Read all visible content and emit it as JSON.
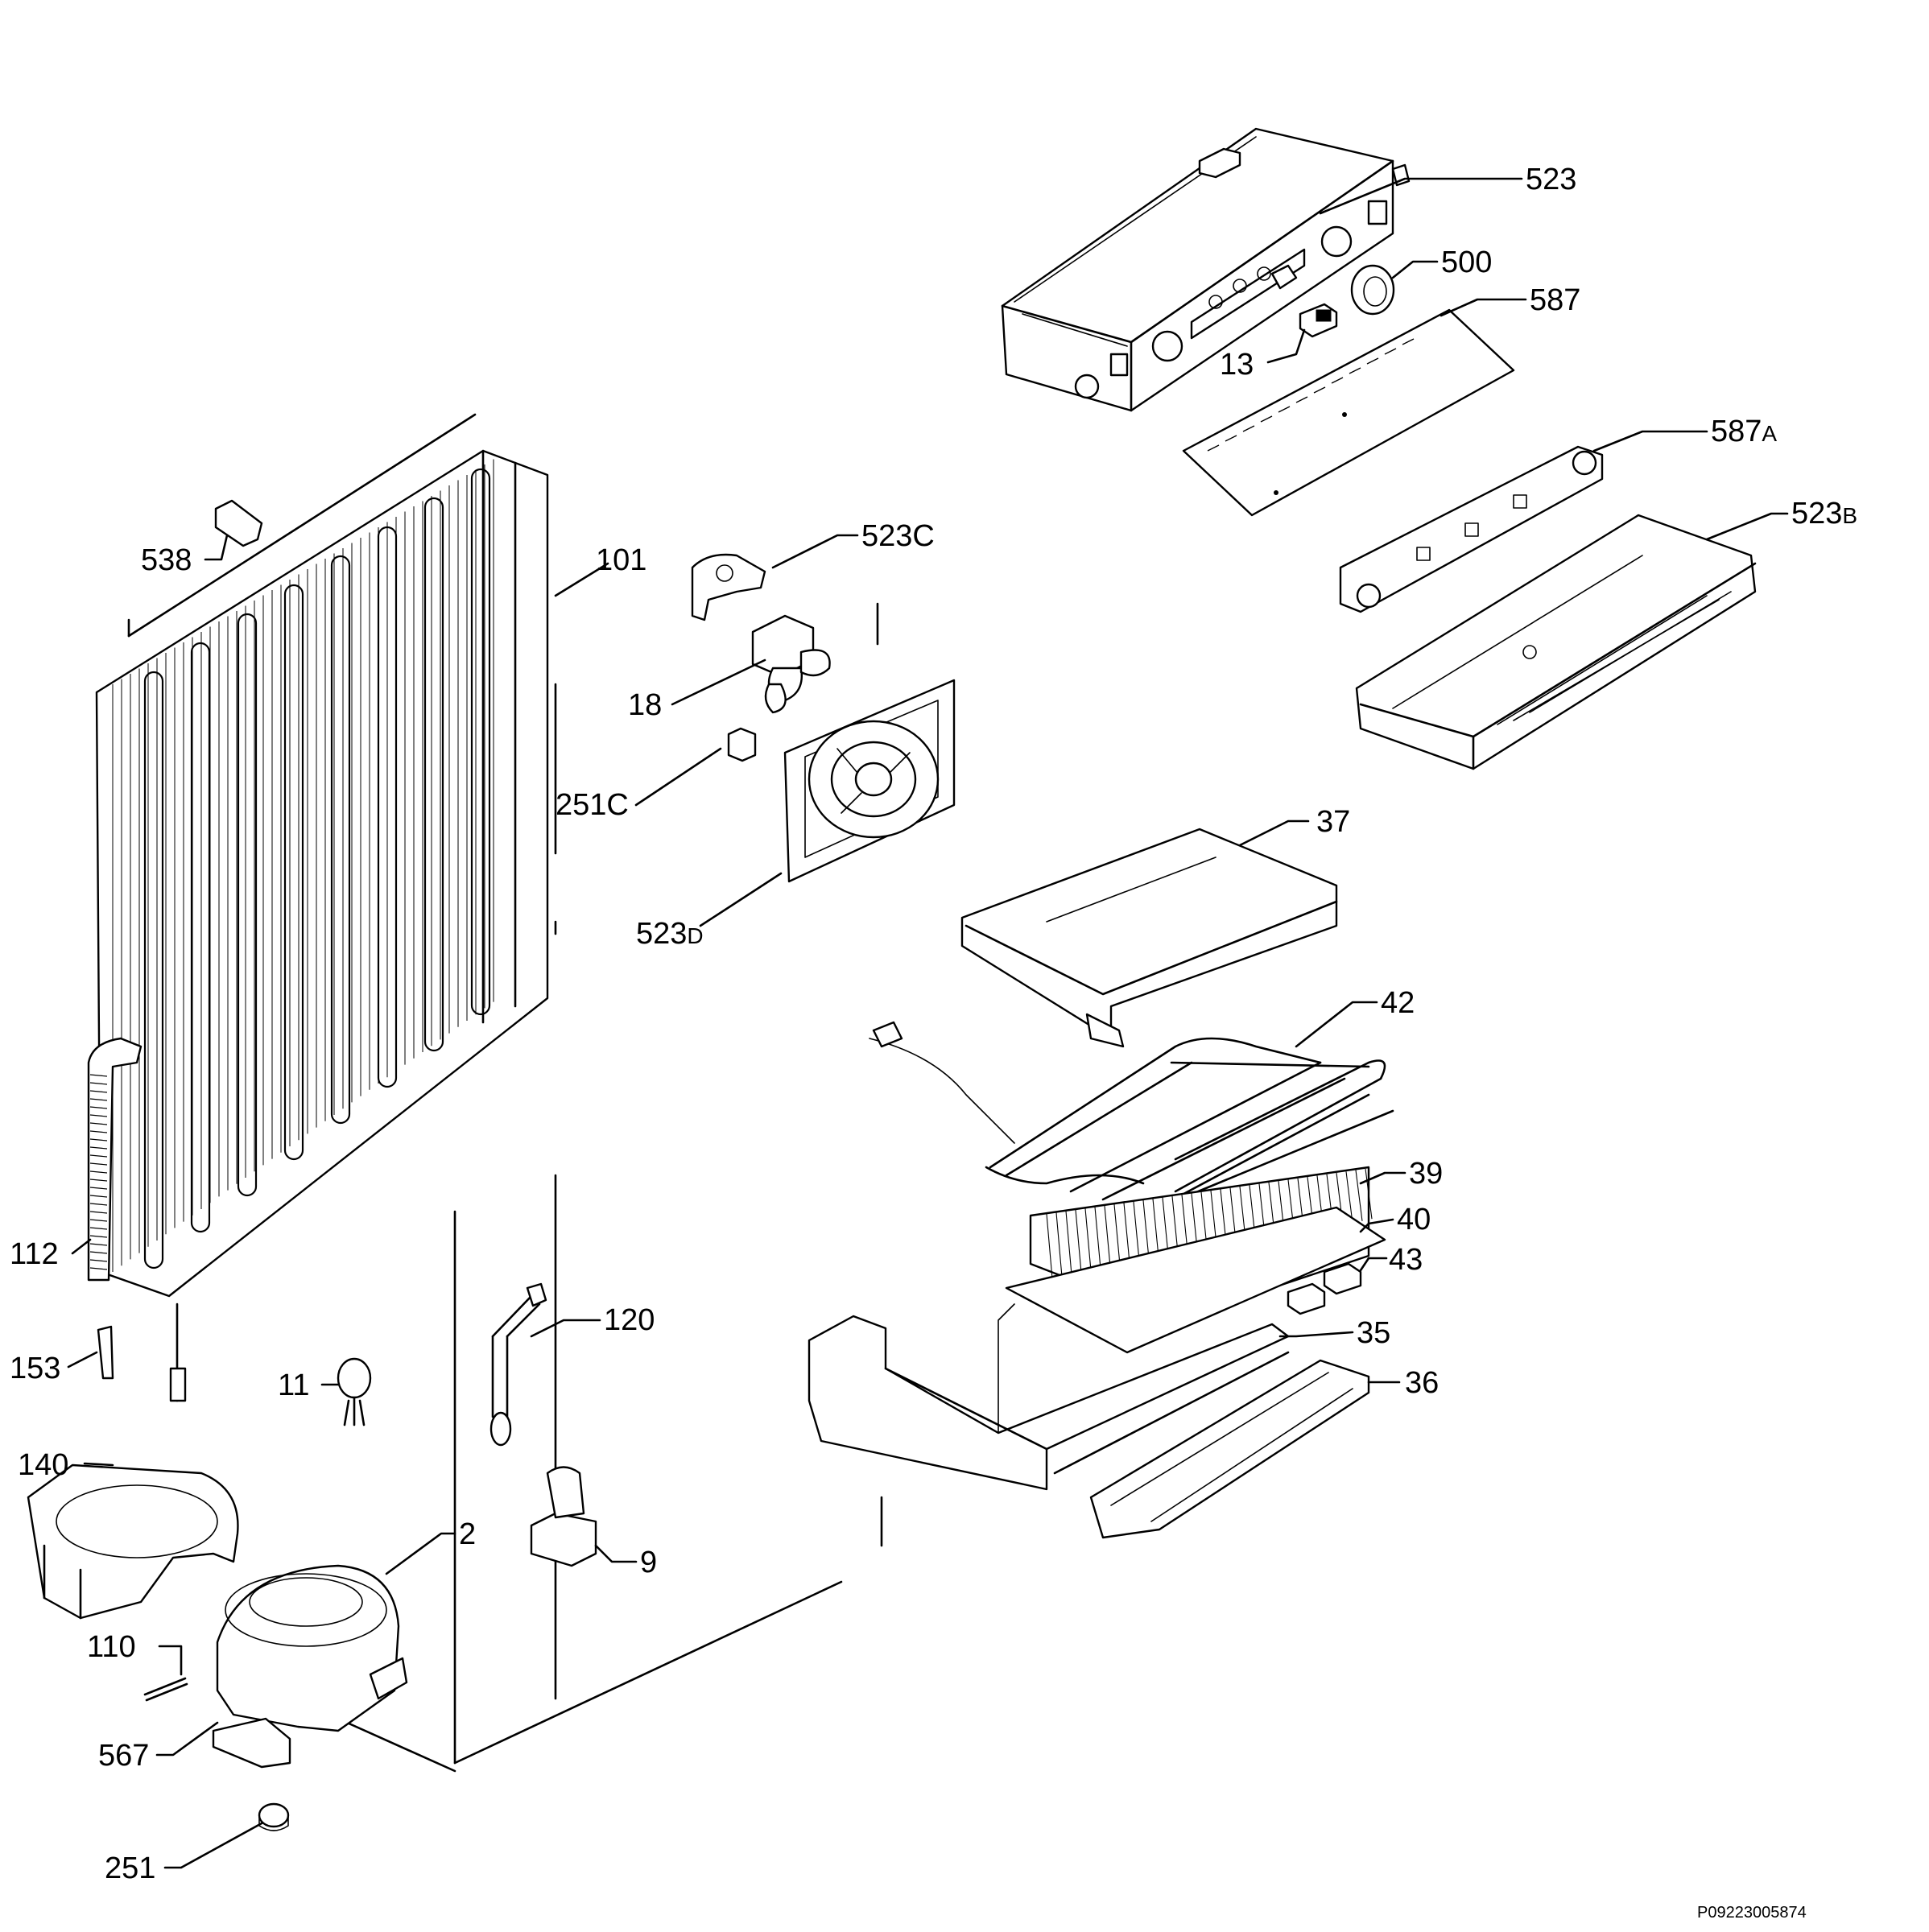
{
  "document_code": "P09223005874",
  "labels": {
    "l523": "523",
    "l500": "500",
    "l587": "587",
    "l13": "13",
    "l587a_num": "587",
    "l587a_sfx": "A",
    "l523b_num": "523",
    "l523b_sfx": "B",
    "l523c_num": "523",
    "l523c_sfx": "C",
    "l538": "538",
    "l101": "101",
    "l18": "18",
    "l251c": "251C",
    "l523d_num": "523",
    "l523d_sfx": "D",
    "l37": "37",
    "l42": "42",
    "l39": "39",
    "l40": "40",
    "l43": "43",
    "l35": "35",
    "l36": "36",
    "l112": "112",
    "l120": "120",
    "l153": "153",
    "l11": "11",
    "l140": "140",
    "l2": "2",
    "l9": "9",
    "l110": "110",
    "l567": "567",
    "l251": "251"
  }
}
